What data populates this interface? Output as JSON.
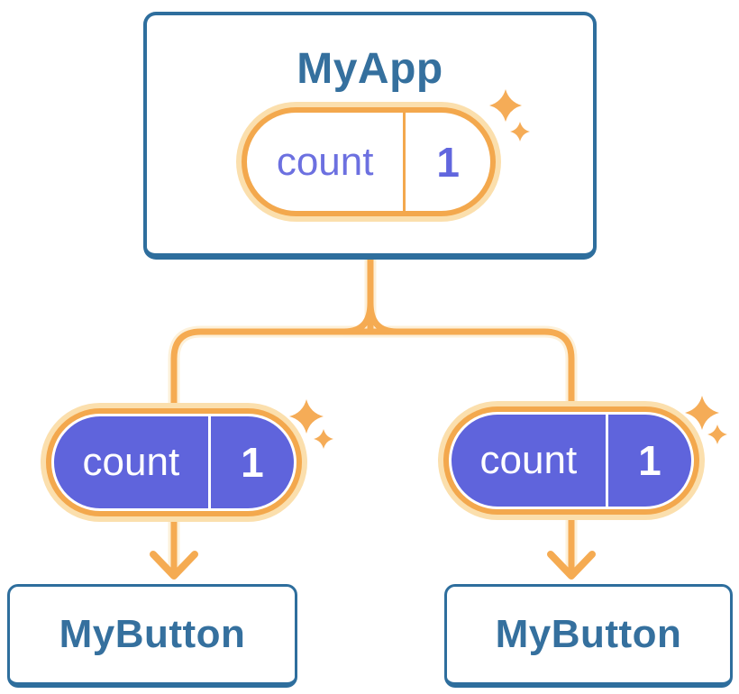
{
  "tree": {
    "root": {
      "title": "MyApp",
      "state": {
        "label": "count",
        "value": "1"
      }
    },
    "children": [
      {
        "title": "MyButton",
        "state": {
          "label": "count",
          "value": "1"
        }
      },
      {
        "title": "MyButton",
        "state": {
          "label": "count",
          "value": "1"
        }
      }
    ]
  },
  "icons": {
    "sparkle": "sparkle-icon",
    "arrow": "arrow-down-icon"
  },
  "colors": {
    "accent_orange": "#F5AB52",
    "pill_ring_orange": "#F3A84D",
    "pill_glow_peach": "#FBDFAD",
    "state_purple": "#5F64DC",
    "label_purple": "#6C70E0",
    "value_purple": "#6166DE",
    "steel_blue_border": "#2E6E9D",
    "steel_blue_text": "#35709E",
    "background": "#FFFFFF"
  }
}
